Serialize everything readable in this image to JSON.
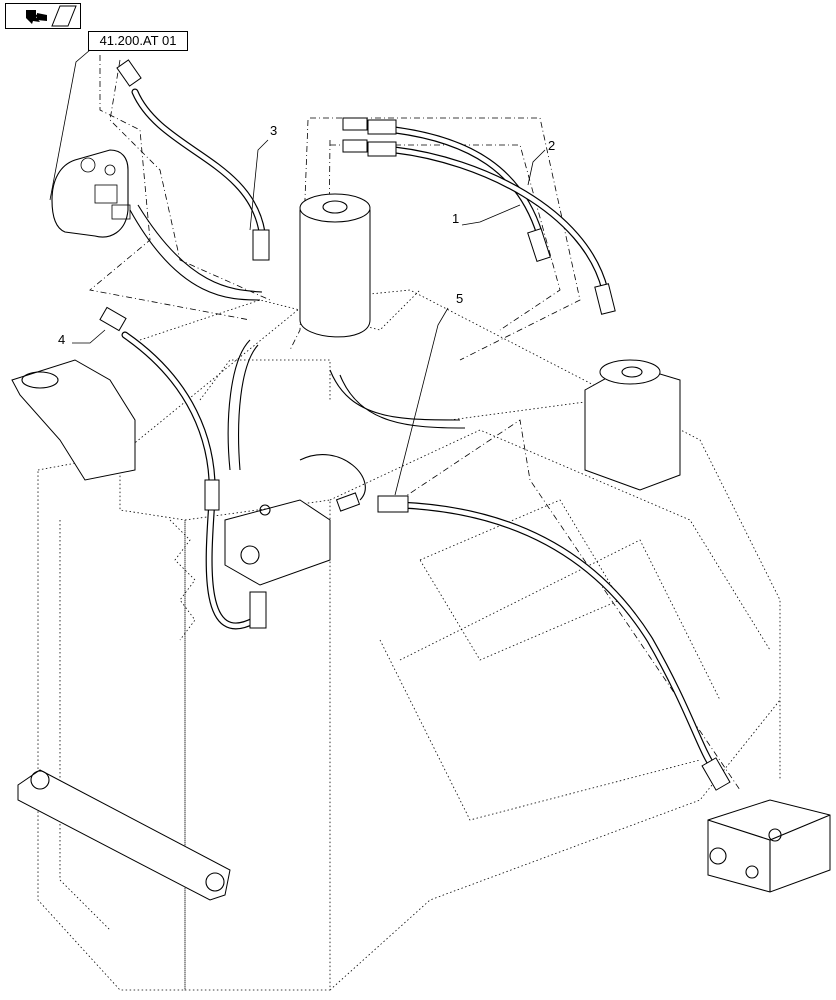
{
  "nav": {
    "icon": "book-arrow-icon"
  },
  "reference": {
    "label": "41.200.AT 01"
  },
  "callouts": [
    {
      "id": "callout-1",
      "label": "1"
    },
    {
      "id": "callout-2",
      "label": "2"
    },
    {
      "id": "callout-3",
      "label": "3"
    },
    {
      "id": "callout-4",
      "label": "4"
    },
    {
      "id": "callout-5",
      "label": "5"
    }
  ]
}
